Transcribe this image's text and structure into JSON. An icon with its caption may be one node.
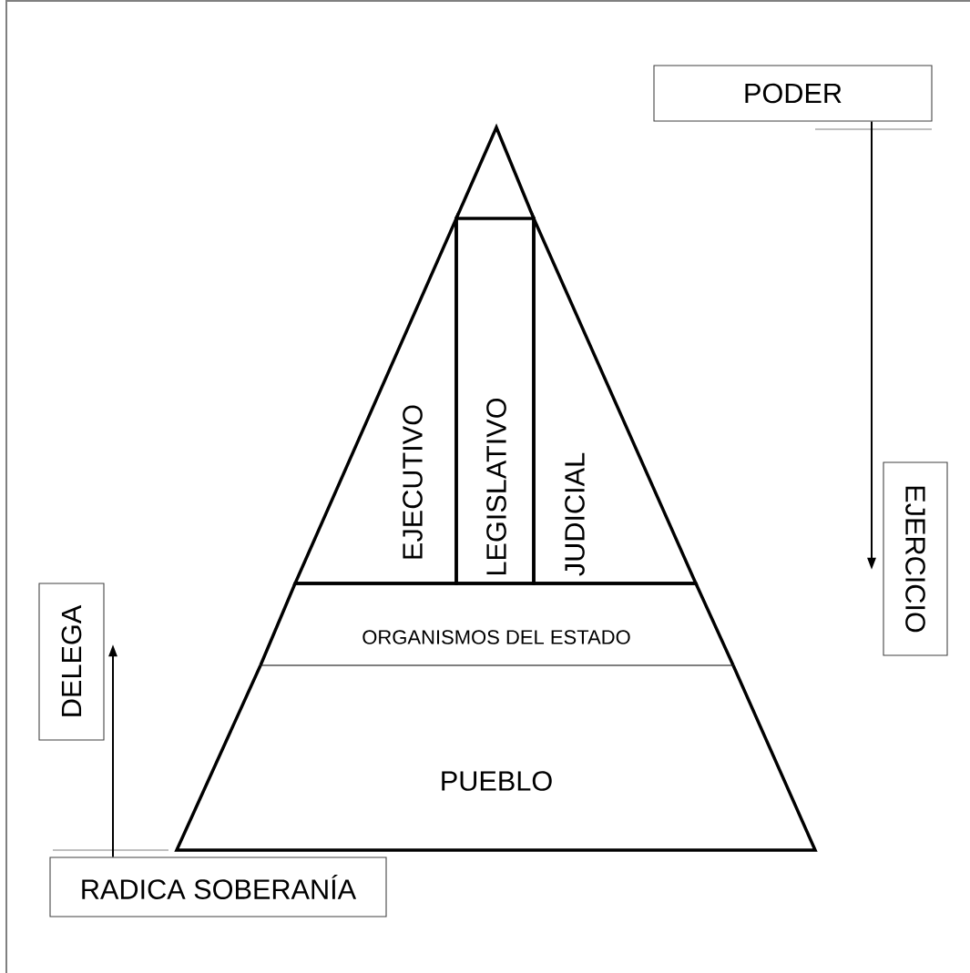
{
  "diagram": {
    "nodes": [
      {
        "text": [
          "PODER"
        ]
      },
      {
        "text": [
          "EJECUTIVO"
        ]
      },
      {
        "text": [
          "LEGISLATIVO"
        ]
      },
      {
        "text": [
          "JUDICIAL"
        ]
      },
      {
        "text": [
          "EJERCICIO"
        ]
      },
      {
        "text": [
          "DELEGA"
        ]
      },
      {
        "text": [
          "ORGANISMOS DEL ESTADO"
        ]
      },
      {
        "text": [
          "PUEBLO"
        ]
      },
      {
        "text": [
          "RADICA SOBERANÍA"
        ]
      }
    ],
    "edges": [
      {
        "from": 0,
        "to": 4,
        "arrow": "to"
      },
      {
        "from": 8,
        "to": 5,
        "arrow": "to"
      }
    ]
  }
}
